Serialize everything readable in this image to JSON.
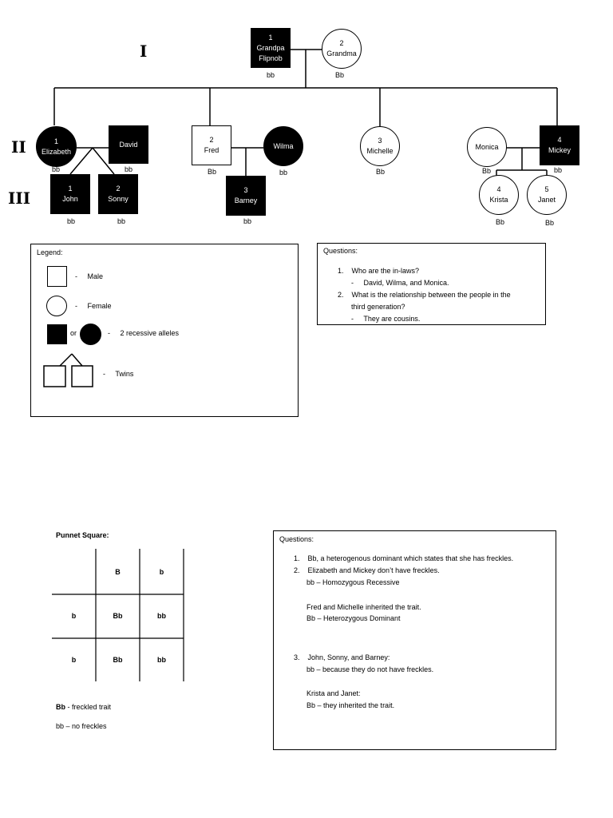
{
  "generations": [
    "I",
    "II",
    "III"
  ],
  "people": {
    "grandpa": {
      "num": "1",
      "name1": "Grandpa",
      "name2": "Flipnob",
      "geno": "bb"
    },
    "grandma": {
      "num": "2",
      "name": "Grandma",
      "geno": "Bb"
    },
    "elizabeth": {
      "num": "1",
      "name": "Elizabeth",
      "geno": "bb"
    },
    "david": {
      "name": "David",
      "geno": "bb"
    },
    "fred": {
      "num": "2",
      "name": "Fred",
      "geno": "Bb"
    },
    "wilma": {
      "name": "Wilma",
      "geno": "bb"
    },
    "michelle": {
      "num": "3",
      "name": "Michelle",
      "geno": "Bb"
    },
    "monica": {
      "name": "Monica",
      "geno": "Bb"
    },
    "mickey": {
      "num": "4",
      "name": "Mickey",
      "geno": "bb"
    },
    "john": {
      "num": "1",
      "name": "John",
      "geno": "bb"
    },
    "sonny": {
      "num": "2",
      "name": "Sonny",
      "geno": "bb"
    },
    "barney": {
      "num": "3",
      "name": "Barney",
      "geno": "bb"
    },
    "krista": {
      "num": "4",
      "name": "Krista",
      "geno": "Bb"
    },
    "janet": {
      "num": "5",
      "name": "Janet",
      "geno": "Bb"
    }
  },
  "legend": {
    "title": "Legend:",
    "male": "-     Male",
    "female": "-     Female",
    "or": "or",
    "recessive": "-     2 recessive alleles",
    "twins": "-     Twins"
  },
  "questions1": {
    "title": "Questions:",
    "lines": [
      "1.    Who are the in-laws?",
      "-     David, Wilma, and Monica.",
      "2.    What is the relationship between the people in the",
      "third generation?",
      "-     They are cousins."
    ]
  },
  "punnett": {
    "title": "Punnet Square:",
    "header": [
      "B",
      "b"
    ],
    "rows": [
      {
        "label": "b",
        "cells": [
          "Bb",
          "bb"
        ]
      },
      {
        "label": "b",
        "cells": [
          "Bb",
          "bb"
        ]
      }
    ],
    "key1_bold": "Bb",
    "key1_rest": " - freckled trait",
    "key2": "bb – no freckles"
  },
  "questions2": {
    "title": "Questions:",
    "lines": [
      "1.    Bb, a heterogenous dominant which states that she has freckles.",
      "2.    Elizabeth and Mickey don’t have freckles.",
      "bb – Homozygous Recessive",
      "Fred and Michelle inherited the trait.",
      "Bb – Heterozygous Dominant",
      "3.    John, Sonny, and Barney:",
      "bb – because they do not have freckles.",
      "Krista and Janet:",
      "Bb – they inherited the trait."
    ]
  }
}
